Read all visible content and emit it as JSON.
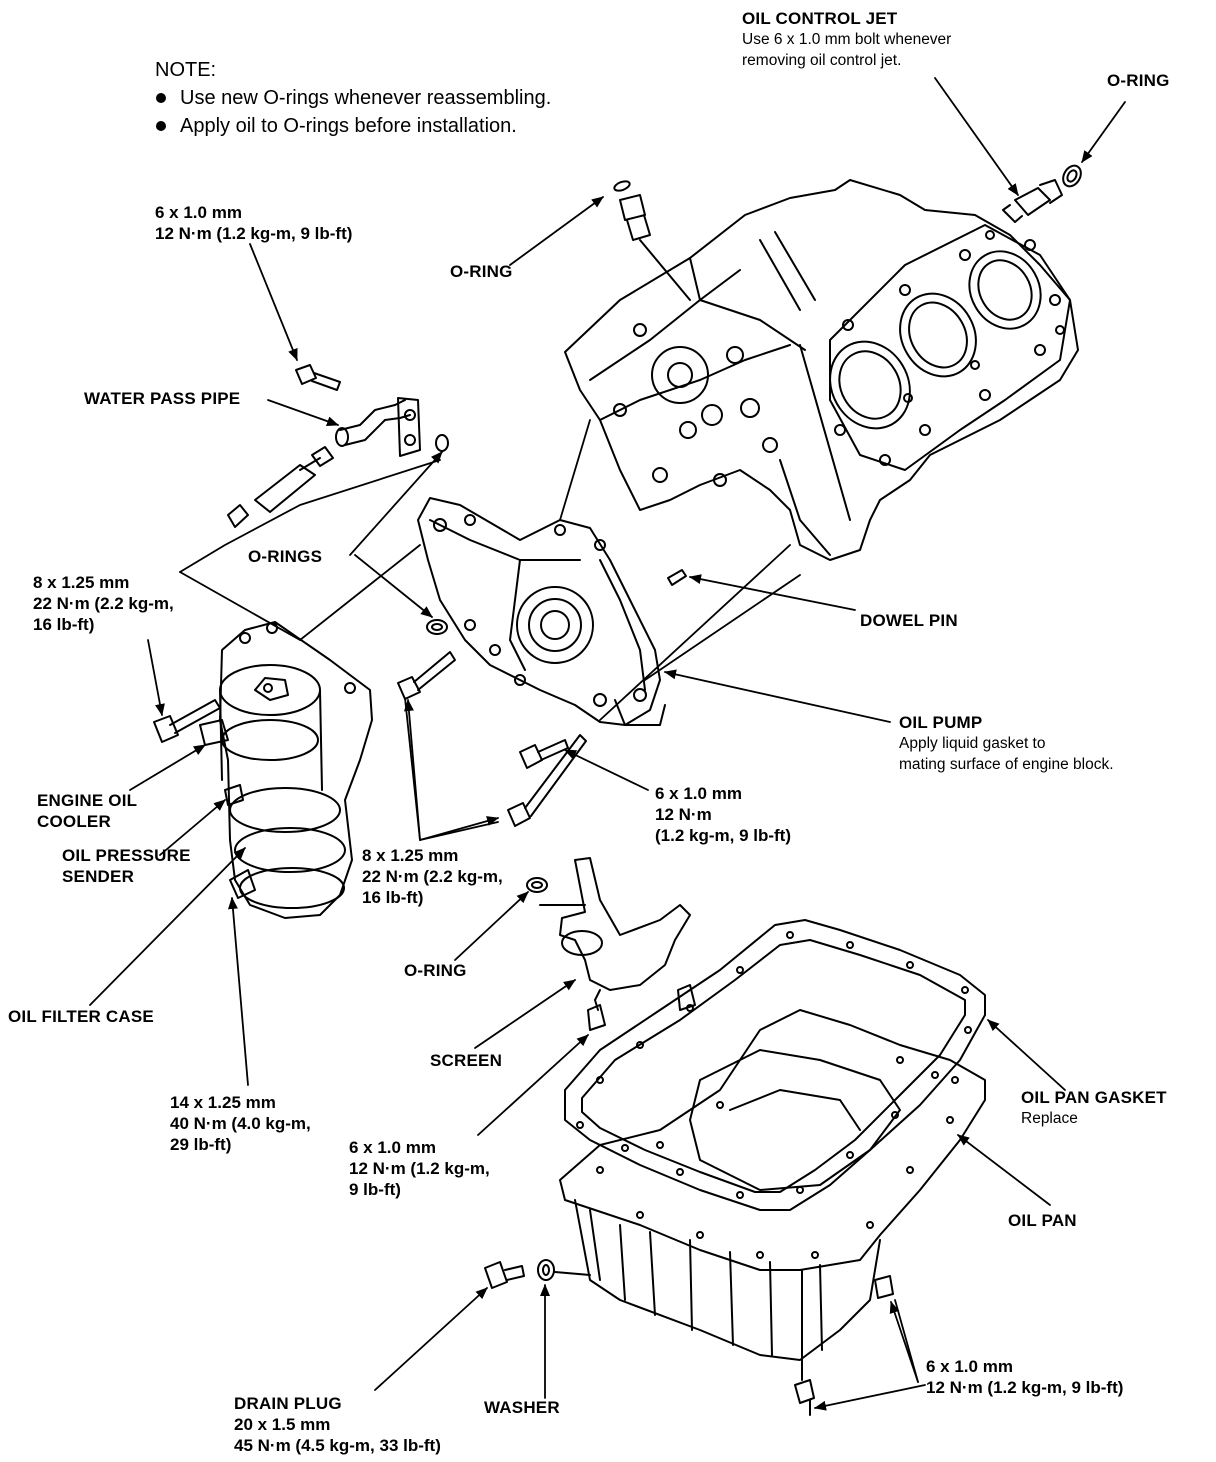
{
  "note": {
    "heading": "NOTE:",
    "items": [
      "Use new O-rings whenever reassembling.",
      "Apply oil to O-rings before installation."
    ]
  },
  "labels": {
    "oil_control_jet": {
      "title": "OIL CONTROL JET",
      "desc1": "Use 6 x 1.0 mm bolt whenever",
      "desc2": "removing oil control jet."
    },
    "o_ring_top_right": {
      "title": "O-RING"
    },
    "o_ring_block": {
      "title": "O-RING"
    },
    "bolt_6x10_pipe": {
      "line1": "6 x 1.0 mm",
      "line2": "12 N·m (1.2 kg-m, 9 lb-ft)"
    },
    "water_pass_pipe": {
      "title": "WATER PASS PIPE"
    },
    "o_rings": {
      "title": "O-RINGS"
    },
    "bolt_8x125_cooler": {
      "line1": "8 x 1.25 mm",
      "line2": "22 N·m (2.2 kg-m,",
      "line3": "16 lb-ft)"
    },
    "dowel_pin": {
      "title": "DOWEL PIN"
    },
    "oil_pump": {
      "title": "OIL PUMP",
      "desc1": "Apply liquid gasket to",
      "desc2": "mating surface of engine block."
    },
    "bolt_6x10_pump": {
      "line1": "6 x 1.0 mm",
      "line2": "12 N·m",
      "line3": "(1.2 kg-m, 9 lb-ft)"
    },
    "engine_oil_cooler": {
      "line1": "ENGINE OIL",
      "line2": "COOLER"
    },
    "oil_pressure_sender": {
      "line1": "OIL PRESSURE",
      "line2": "SENDER"
    },
    "bolt_8x125_pump": {
      "line1": "8 x 1.25 mm",
      "line2": "22 N·m (2.2 kg-m,",
      "line3": "16 lb-ft)"
    },
    "o_ring_screen": {
      "title": "O-RING"
    },
    "oil_filter_case": {
      "title": "OIL FILTER CASE"
    },
    "screen": {
      "title": "SCREEN"
    },
    "bolt_14x125": {
      "line1": "14 x 1.25 mm",
      "line2": "40 N·m (4.0 kg-m,",
      "line3": "29 lb-ft)"
    },
    "bolt_6x10_screen": {
      "line1": "6 x 1.0 mm",
      "line2": "12 N·m (1.2 kg-m,",
      "line3": "9 lb-ft)"
    },
    "oil_pan_gasket": {
      "title": "OIL PAN GASKET",
      "desc": "Replace"
    },
    "oil_pan": {
      "title": "OIL PAN"
    },
    "drain_plug": {
      "title": "DRAIN PLUG",
      "line1": "20 x 1.5 mm",
      "line2": "45 N·m (4.5 kg-m, 33 lb-ft)"
    },
    "washer": {
      "title": "WASHER"
    },
    "bolt_6x10_pan": {
      "line1": "6 x 1.0 mm",
      "line2": "12 N·m (1.2 kg-m, 9 lb-ft)"
    }
  }
}
